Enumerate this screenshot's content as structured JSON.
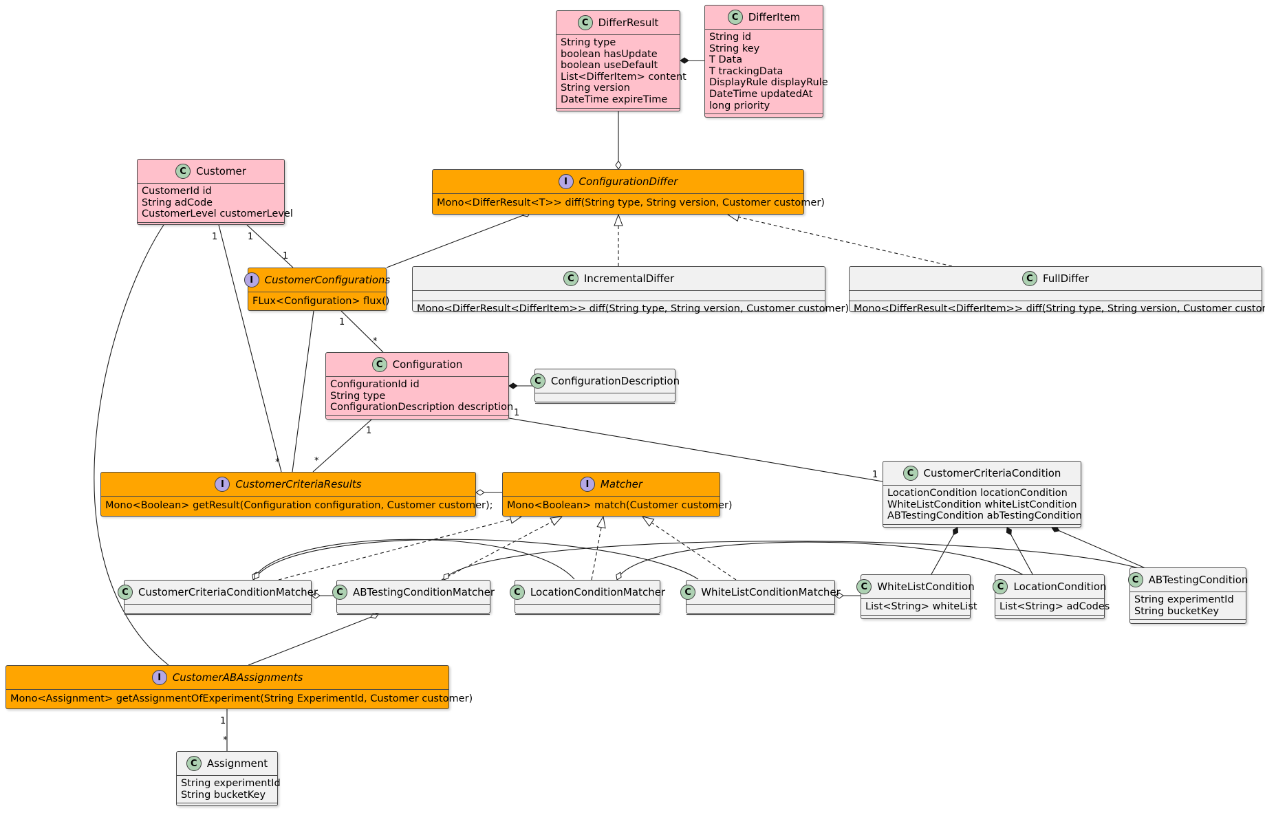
{
  "classes": {
    "differ_result": {
      "name": "DifferResult",
      "stereotype": "C",
      "fields": [
        "String type",
        "boolean hasUpdate",
        "boolean useDefault",
        "List<DifferItem> content",
        "String version",
        "DateTime expireTime"
      ]
    },
    "differ_item": {
      "name": "DifferItem",
      "stereotype": "C",
      "fields": [
        "String id",
        "String key",
        "T Data",
        "T trackingData",
        "DisplayRule displayRule",
        "DateTime updatedAt",
        "long priority"
      ]
    },
    "customer": {
      "name": "Customer",
      "stereotype": "C",
      "fields": [
        "CustomerId id",
        "String adCode",
        "CustomerLevel customerLevel"
      ]
    },
    "configuration_differ": {
      "name": "ConfigurationDiffer",
      "stereotype": "I",
      "methods": [
        "Mono<DifferResult<T>> diff(String type, String version, Customer customer)"
      ]
    },
    "customer_configurations": {
      "name": "CustomerConfigurations",
      "stereotype": "I",
      "methods": [
        "FLux<Configuration> flux()"
      ]
    },
    "incremental_differ": {
      "name": "IncrementalDiffer",
      "stereotype": "C",
      "methods": [
        "Mono<DifferResult<DifferItem>> diff(String type, String version, Customer customer)"
      ]
    },
    "full_differ": {
      "name": "FullDiffer",
      "stereotype": "C",
      "methods": [
        "Mono<DifferResult<DifferItem>> diff(String type, String version, Customer customer)"
      ]
    },
    "configuration": {
      "name": "Configuration",
      "stereotype": "C",
      "fields": [
        "ConfigurationId id",
        "String type",
        "ConfigurationDescription description"
      ]
    },
    "configuration_description": {
      "name": "ConfigurationDescription",
      "stereotype": "C"
    },
    "customer_criteria_results": {
      "name": "CustomerCriteriaResults",
      "stereotype": "I",
      "methods": [
        "Mono<Boolean> getResult(Configuration configuration, Customer customer);"
      ]
    },
    "matcher": {
      "name": "Matcher",
      "stereotype": "I",
      "methods": [
        "Mono<Boolean> match(Customer customer)"
      ]
    },
    "customer_criteria_condition": {
      "name": "CustomerCriteriaCondition",
      "stereotype": "C",
      "fields": [
        "LocationCondition locationCondition",
        "WhiteListCondition whiteListCondition",
        "ABTestingCondition abTestingCondition"
      ]
    },
    "customer_criteria_condition_matcher": {
      "name": "CustomerCriteriaConditionMatcher",
      "stereotype": "C"
    },
    "ab_testing_condition_matcher": {
      "name": "ABTestingConditionMatcher",
      "stereotype": "C"
    },
    "location_condition_matcher": {
      "name": "LocationConditionMatcher",
      "stereotype": "C"
    },
    "white_list_condition_matcher": {
      "name": "WhiteListConditionMatcher",
      "stereotype": "C"
    },
    "white_list_condition": {
      "name": "WhiteListCondition",
      "stereotype": "C",
      "fields": [
        "List<String> whiteList"
      ]
    },
    "location_condition": {
      "name": "LocationCondition",
      "stereotype": "C",
      "fields": [
        "List<String> adCodes"
      ]
    },
    "ab_testing_condition": {
      "name": "ABTestingCondition",
      "stereotype": "C",
      "fields": [
        "String experimentId",
        "String bucketKey"
      ]
    },
    "customer_ab_assignments": {
      "name": "CustomerABAssignments",
      "stereotype": "I",
      "methods": [
        "Mono<Assignment> getAssignmentOfExperiment(String ExperimentId, Customer customer)"
      ]
    },
    "assignment": {
      "name": "Assignment",
      "stereotype": "C",
      "fields": [
        "String experimentId",
        "String bucketKey"
      ]
    }
  },
  "multiplicities": {
    "customer_to_configs_a": "1",
    "customer_to_configs_b": "1",
    "customer_to_results_a": "1",
    "customer_to_results_b": "*",
    "configs_to_config_a": "1",
    "configs_to_config_b": "*",
    "config_to_results_a": "1",
    "config_to_results_b": "*",
    "config_to_condition_a": "1",
    "config_to_condition_b": "1",
    "assignments_to_assignment_a": "1",
    "assignments_to_assignment_b": "*"
  },
  "colors": {
    "entity": "#ffc0cb",
    "interface": "#ffa500",
    "plain": "#f1f1f1",
    "class_badge": "#add1b2",
    "interface_badge": "#b4a7e5"
  }
}
